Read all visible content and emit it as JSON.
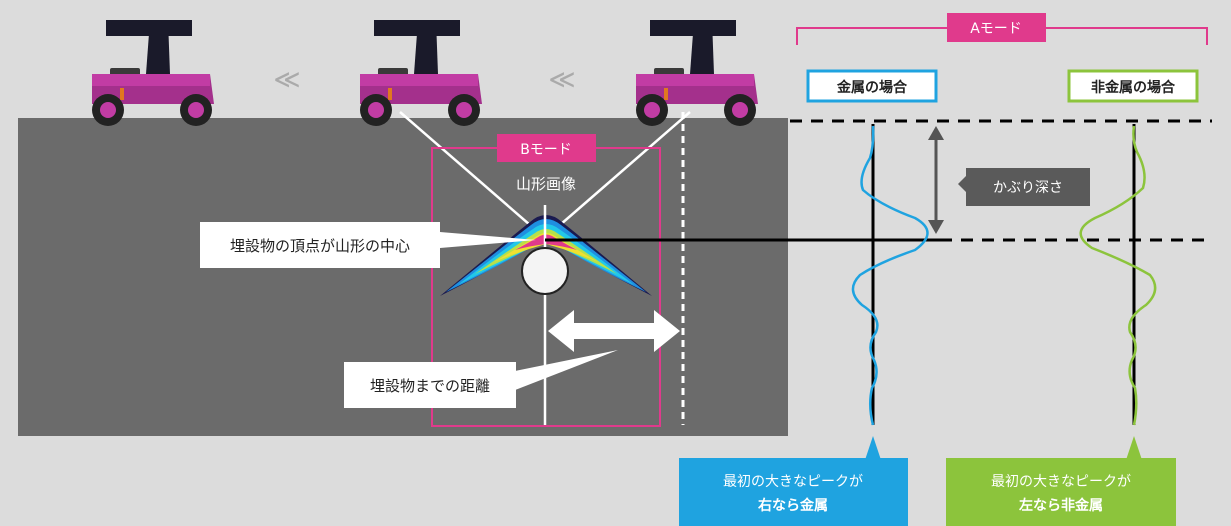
{
  "colors": {
    "background": "#dcdcdc",
    "ground": "#6b6b6b",
    "magenta": "#e03a8c",
    "metal_blue": "#1fa3e0",
    "nonmetal_green": "#8cc43c",
    "black": "#000000",
    "white": "#ffffff",
    "dark_label": "#5a5a5a"
  },
  "icons": {
    "scanner": "gpr-scanner-cart-icon",
    "direction": "double-chevron-left-icon"
  },
  "a_mode": {
    "title": "Aモード",
    "metal_header": "金属の場合",
    "nonmetal_header": "非金属の場合",
    "cover_depth_label": "かぶり深さ"
  },
  "b_mode": {
    "title": "Bモード",
    "hyperbola_label": "山形画像"
  },
  "callouts": {
    "apex": "埋設物の頂点が山形の中心",
    "distance": "埋設物までの距離"
  },
  "bottom": {
    "metal_line1": "最初の大きなピークが",
    "metal_line2": "右なら金属",
    "nonmetal_line1": "最初の大きなピークが",
    "nonmetal_line2": "左なら非金属"
  },
  "direction_marks": [
    "≪",
    "≪"
  ]
}
